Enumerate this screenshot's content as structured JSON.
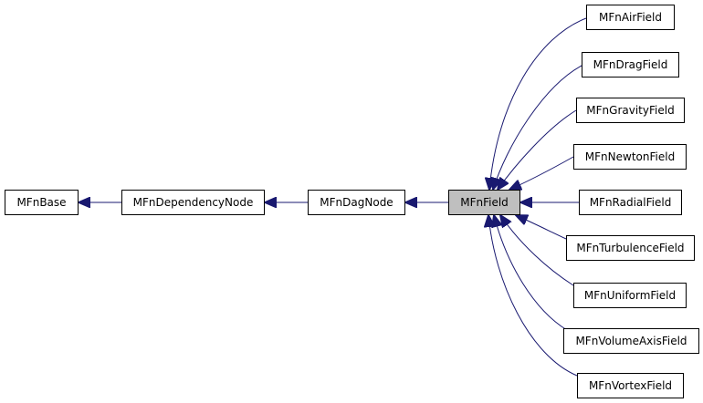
{
  "diagram": {
    "edge_color": "#191970",
    "nodes": {
      "base": "MFnBase",
      "dependency": "MFnDependencyNode",
      "dag": "MFnDagNode",
      "field": "MFnField",
      "air": "MFnAirField",
      "drag": "MFnDragField",
      "gravity": "MFnGravityField",
      "newton": "MFnNewtonField",
      "radial": "MFnRadialField",
      "turbulence": "MFnTurbulenceField",
      "uniform": "MFnUniformField",
      "volumeaxis": "MFnVolumeAxisField",
      "vortex": "MFnVortexField"
    }
  }
}
